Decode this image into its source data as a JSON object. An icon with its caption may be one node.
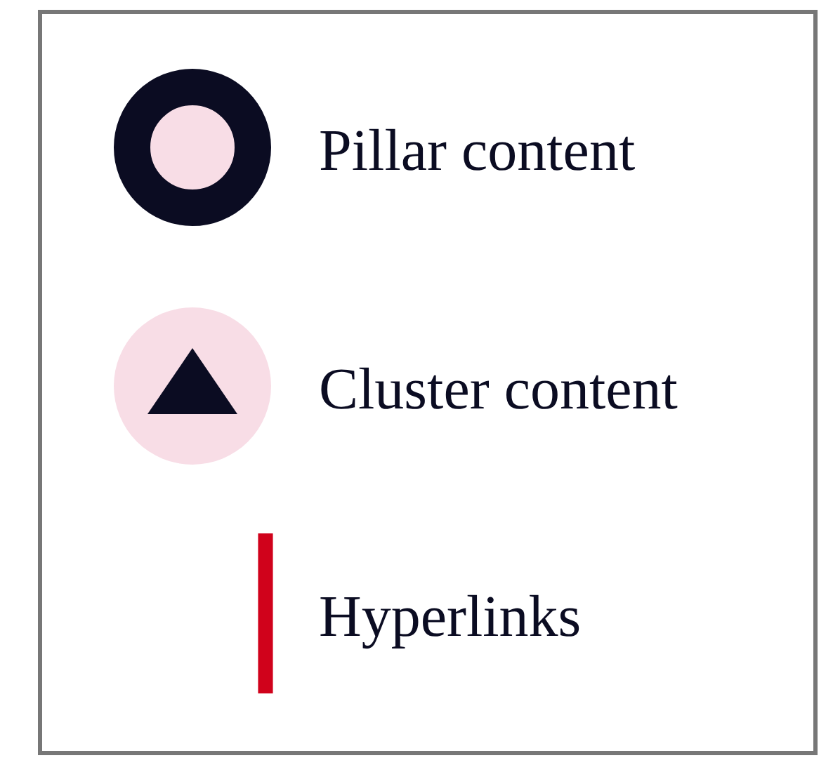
{
  "diagram": {
    "legend": [
      {
        "text": "Pillar content"
      },
      {
        "text": "Cluster content"
      },
      {
        "text": "Hyperlinks"
      }
    ]
  }
}
